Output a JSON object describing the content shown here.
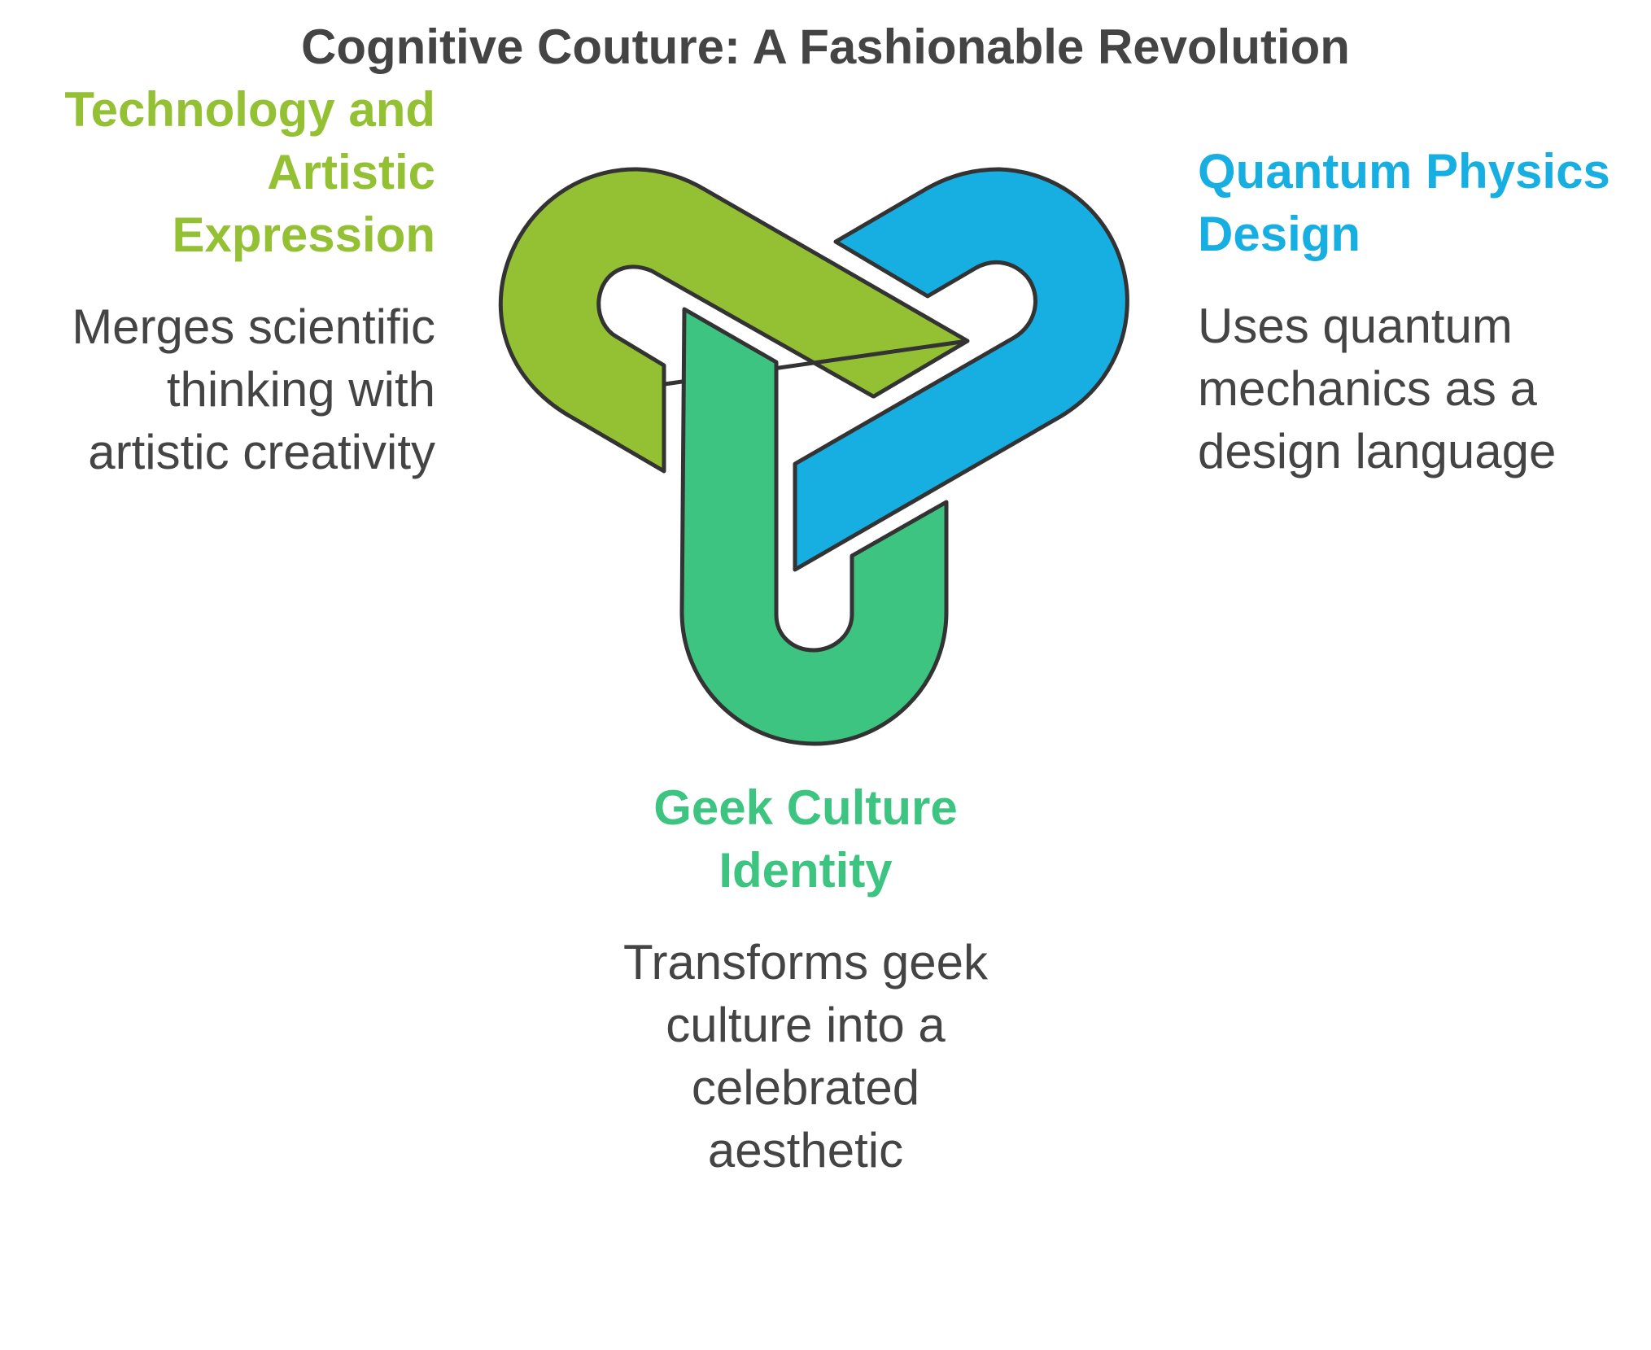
{
  "title": "Cognitive Couture: A Fashionable Revolution",
  "colors": {
    "green": "#94C133",
    "blue": "#17AEE2",
    "teal": "#3CC480",
    "text": "#444444",
    "outline": "#333333"
  },
  "sections": {
    "technology": {
      "heading": [
        "Technology and",
        "Artistic",
        "Expression"
      ],
      "description": [
        "Merges scientific",
        "thinking with",
        "artistic creativity"
      ]
    },
    "quantum": {
      "heading": [
        "Quantum Physics",
        "Design"
      ],
      "description": [
        "Uses quantum",
        "mechanics as a",
        "design language"
      ]
    },
    "geek": {
      "heading": [
        "Geek Culture",
        "Identity"
      ],
      "description": [
        "Transforms geek",
        "culture into a",
        "celebrated",
        "aesthetic"
      ]
    }
  }
}
